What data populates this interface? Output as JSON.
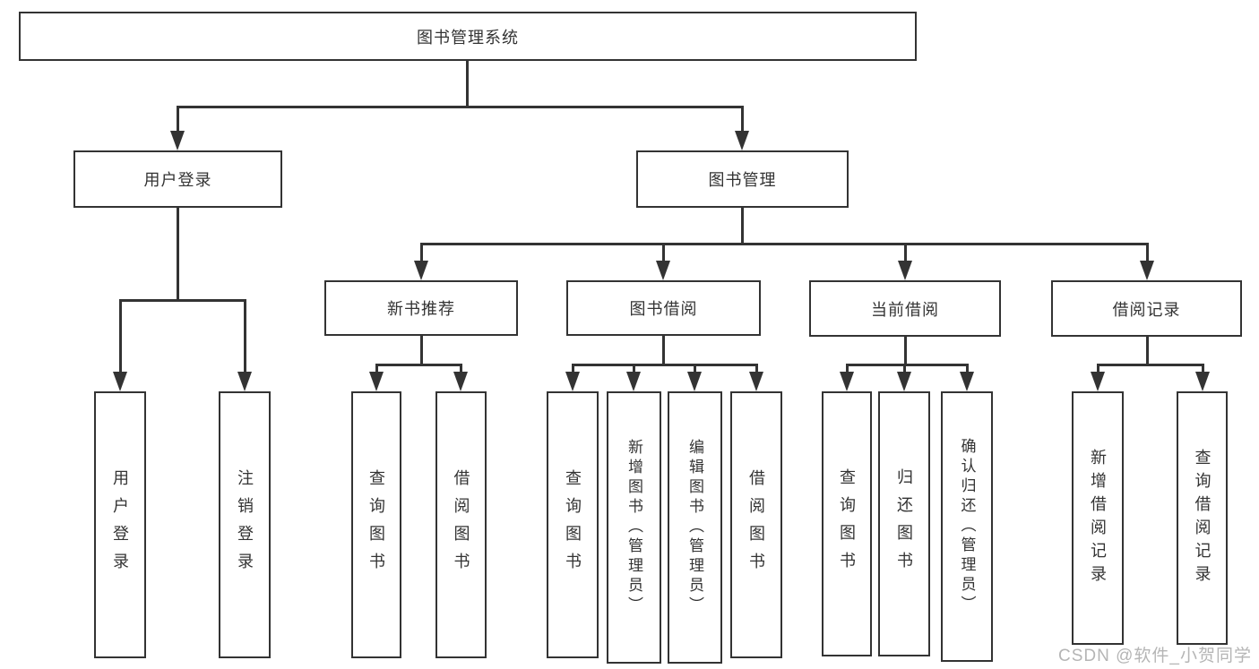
{
  "diagram": {
    "root": {
      "label": "图书管理系统"
    },
    "level2": [
      {
        "label": "用户登录"
      },
      {
        "label": "图书管理"
      }
    ],
    "level3": [
      {
        "label": "新书推荐"
      },
      {
        "label": "图书借阅"
      },
      {
        "label": "当前借阅"
      },
      {
        "label": "借阅记录"
      }
    ],
    "leaves": {
      "user_login": [
        {
          "label": "用户登录"
        },
        {
          "label": "注销登录"
        }
      ],
      "new_book_rec": [
        {
          "label": "查询图书"
        },
        {
          "label": "借阅图书"
        }
      ],
      "book_borrow": [
        {
          "label": "查询图书"
        },
        {
          "label": "新增图书（管理员）"
        },
        {
          "label": "编辑图书（管理员）"
        },
        {
          "label": "借阅图书"
        }
      ],
      "current_borrow": [
        {
          "label": "查询图书"
        },
        {
          "label": "归还图书"
        },
        {
          "label": "确认归还（管理员）"
        }
      ],
      "borrow_records": [
        {
          "label": "新增借阅记录"
        },
        {
          "label": "查询借阅记录"
        }
      ]
    }
  },
  "watermark": {
    "text": "CSDN @软件_小贺同学"
  },
  "colors": {
    "line": "#333333",
    "box_background": "#ffffff",
    "watermark": "#b5b5b5"
  }
}
